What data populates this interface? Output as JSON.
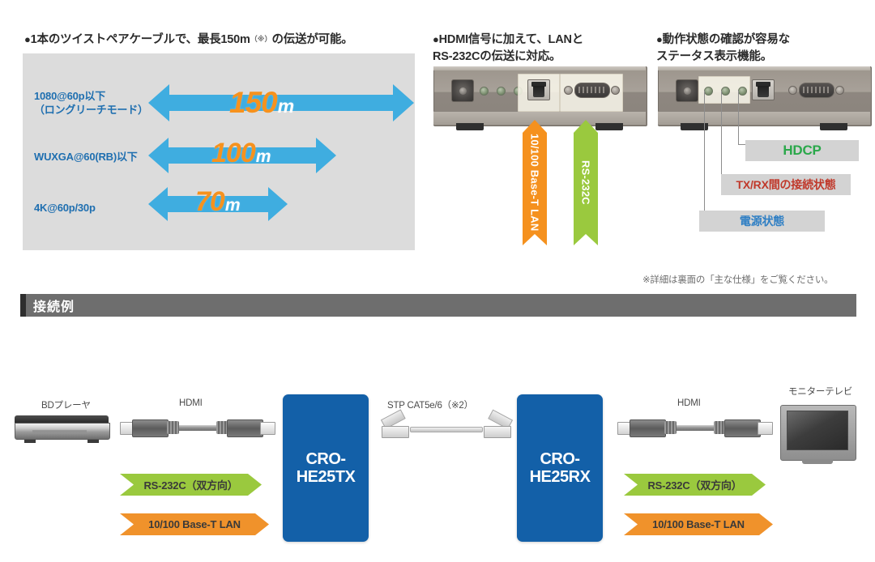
{
  "features": [
    {
      "id": "feature-distance",
      "bullet": "●",
      "text": "1本のツイストペアケーブルで、最長150m",
      "note": "（※）",
      "text_tail": "の伝送が可能。"
    },
    {
      "id": "feature-lan-rs232",
      "bullet": "●",
      "text": "HDMI信号に加えて、LANと\nRS-232Cの伝送に対応。"
    },
    {
      "id": "feature-status",
      "bullet": "●",
      "text": "動作状態の確認が容易な\nステータス表示機能。"
    }
  ],
  "chart_data": {
    "type": "bar",
    "title": "",
    "xlabel": "",
    "ylabel": "",
    "unit": "m",
    "categories": [
      "1080@60p以下\n（ロングリーチモード）",
      "WUXGA@60(RB)以下",
      "4K@60p/30p"
    ],
    "values": [
      150,
      100,
      70
    ],
    "value_labels": [
      "150",
      "100",
      "70"
    ],
    "xlim": [
      0,
      150
    ],
    "grid": false,
    "legend": "none",
    "colors": {
      "bar": "#3fade0",
      "value": "#f6921e",
      "unit": "#ffffff",
      "label": "#1f6fb0",
      "background": "#dcdcdc"
    }
  },
  "panel_lan": {
    "ribbons": [
      {
        "label": "10/100 Base-T LAN",
        "color": "#f5911e"
      },
      {
        "label": "RS-232C",
        "color": "#9ac93e"
      }
    ]
  },
  "panel_status": {
    "labels": [
      {
        "id": "status-hdcp",
        "text": "HDCP",
        "color": "#2aa84a"
      },
      {
        "id": "status-txrx",
        "text": "TX/RX間の接続状態",
        "color": "#c0392b"
      },
      {
        "id": "status-power",
        "text": "電源状態",
        "color": "#2f7fc4"
      }
    ]
  },
  "footnote": "※詳細は裏面の「主な仕様」をご覧ください。",
  "section": {
    "title": "接続例"
  },
  "connection": {
    "source_device": "BDプレーヤ",
    "hdmi_left": "HDMI",
    "tx_unit": "CRO-\nHE25TX",
    "stp_cable": "STP CAT5e/6（※2）",
    "rx_unit": "CRO-\nHE25RX",
    "hdmi_right": "HDMI",
    "display_device": "モニターテレビ",
    "signals_left": [
      {
        "label": "RS-232C（双方向）",
        "color": "#9ac93e"
      },
      {
        "label": "10/100 Base-T LAN",
        "color": "#f0922b"
      }
    ],
    "signals_right": [
      {
        "label": "RS-232C（双方向）",
        "color": "#9ac93e"
      },
      {
        "label": "10/100 Base-T LAN",
        "color": "#f0922b"
      }
    ]
  }
}
